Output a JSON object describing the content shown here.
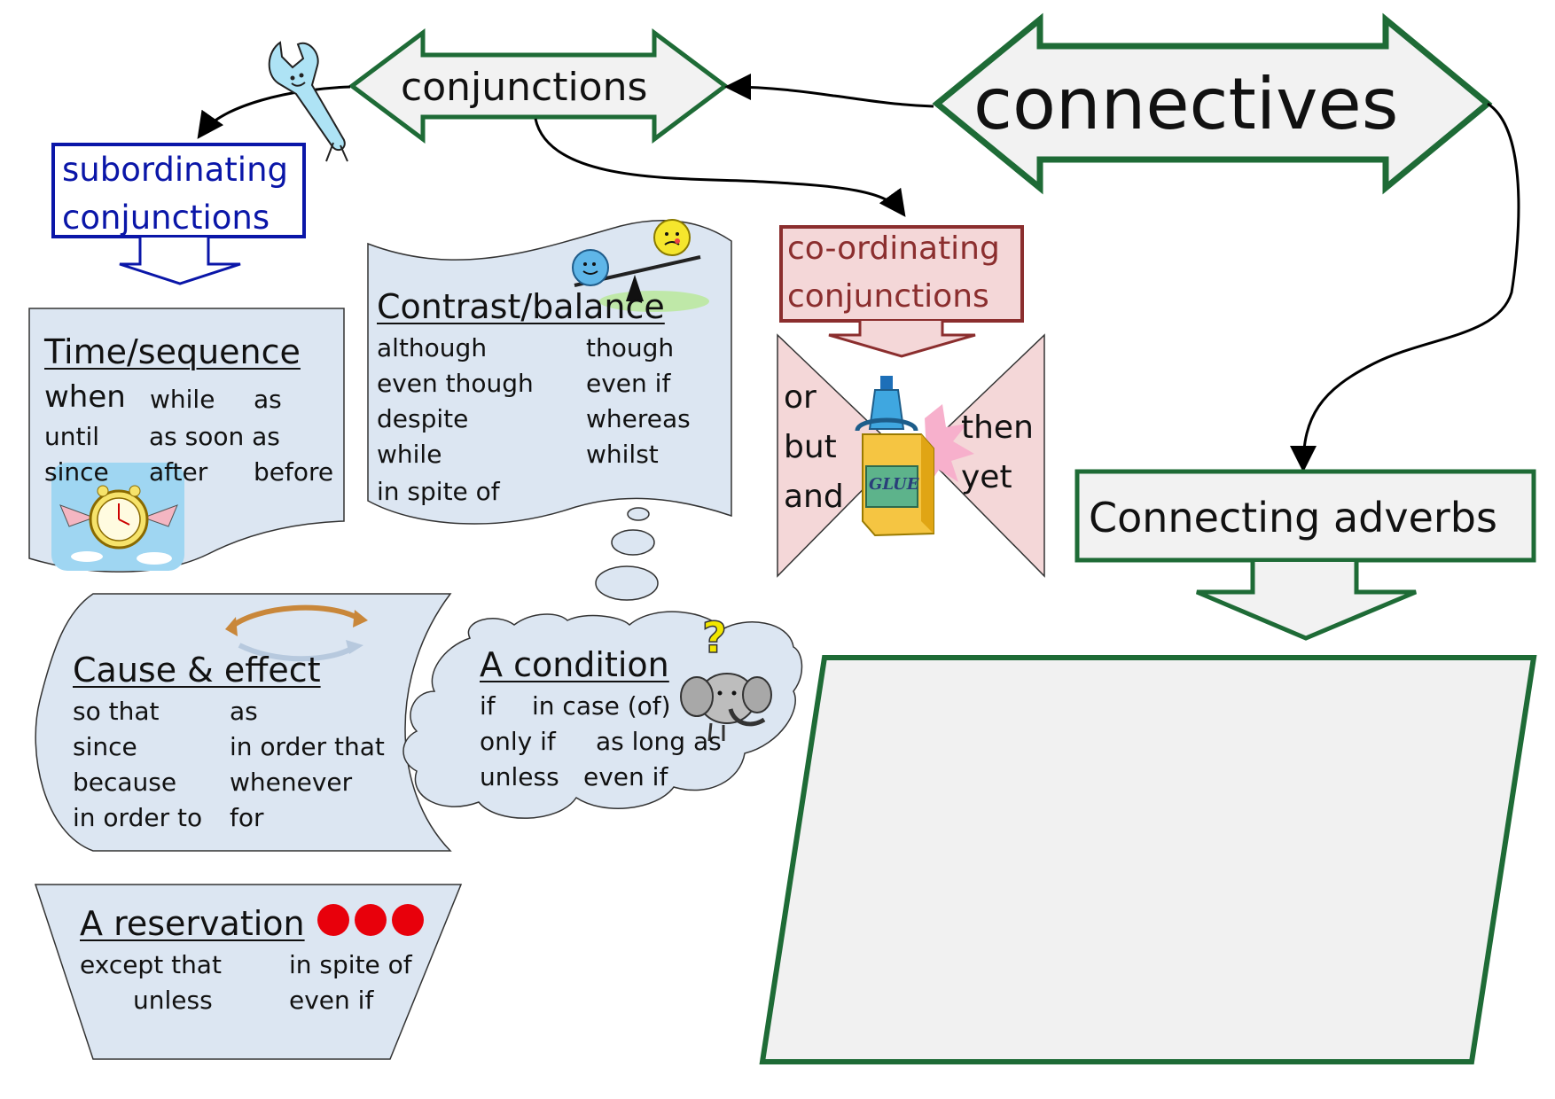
{
  "title": "connectives",
  "conjunctions": "conjunctions",
  "subordinating": [
    "subordinating",
    "conjunctions"
  ],
  "coordinating": [
    "co-ordinating",
    "conjunctions"
  ],
  "connecting_adverbs": "Connecting adverbs",
  "time": {
    "heading": "Time/sequence",
    "words": [
      "when",
      "while",
      "as",
      "until",
      "as soon as",
      "since",
      "after",
      "before"
    ]
  },
  "contrast": {
    "heading": "Contrast/balance",
    "col1": [
      "although",
      "even though",
      "despite",
      "while",
      "in spite of"
    ],
    "col2": [
      "though",
      "even if",
      "whereas",
      "whilst"
    ]
  },
  "cause": {
    "heading": "Cause & effect",
    "col1": [
      "so that",
      "since",
      "because",
      "in order to"
    ],
    "col2": [
      "as",
      "in order that",
      "whenever",
      "for"
    ]
  },
  "condition": {
    "heading": "A condition",
    "words": [
      "if",
      "in case (of)",
      "only if",
      "as long as",
      "unless",
      "even if"
    ]
  },
  "reservation": {
    "heading": "A reservation",
    "col1": [
      "except that",
      "unless"
    ],
    "col2": [
      "in spite of",
      "even if"
    ]
  },
  "coord_words": {
    "left": [
      "or",
      "but",
      "and"
    ],
    "right": [
      "then",
      "yet"
    ]
  },
  "glue_label": "GLUE",
  "colors": {
    "green_border": "#1e6b36",
    "blue_text": "#0a16a8",
    "maroon": "#8b2e2e",
    "panel_blue": "#dce6f2",
    "panel_pink": "#f4d7d8",
    "panel_grey": "#f1f1f1",
    "red_dot": "#e8000b"
  },
  "icons": [
    "wrench-icon",
    "alarm-clock-icon",
    "seesaw-icon",
    "circular-arrows-icon",
    "elephant-icon",
    "question-mark-icon",
    "glue-bottle-icon",
    "red-dots-icon"
  ]
}
